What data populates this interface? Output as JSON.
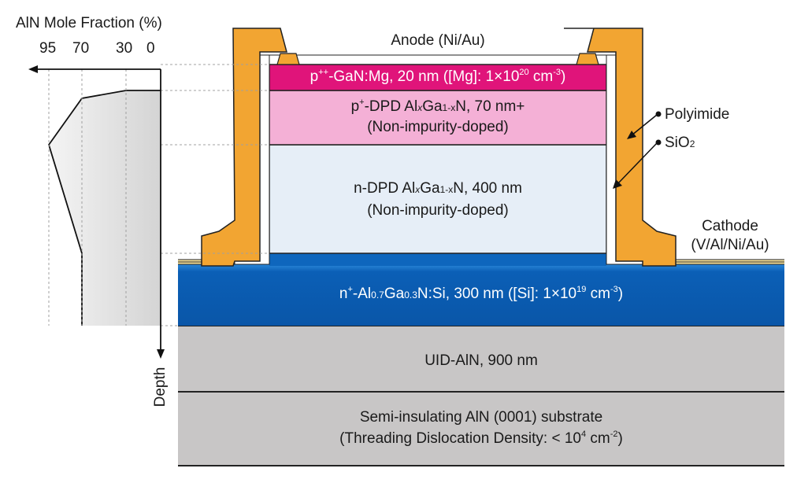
{
  "axis": {
    "title": "AlN Mole Fraction (%)",
    "ticks": [
      "95",
      "70",
      "30",
      "0"
    ],
    "depth_label": "Depth"
  },
  "composition_profile": {
    "unit": "AlN mole fraction (%)",
    "segments": [
      {
        "layer": "p++-GaN:Mg",
        "from": 0,
        "to": 0
      },
      {
        "layer": "p+-DPD AlxGa1-xN",
        "from": 30,
        "to": 95
      },
      {
        "layer": "n-DPD AlxGa1-xN",
        "from": 95,
        "to": 70
      },
      {
        "layer": "n+-Al0.7Ga0.3N:Si",
        "from": 70,
        "to": 70
      }
    ]
  },
  "layers": {
    "p_gan": {
      "pre": "p",
      "sup1": "++",
      "text": "-GaN:Mg, 20 nm ([Mg]: 1×10",
      "sup2": "20",
      "post": " cm",
      "sup3": "-3",
      "end": ")"
    },
    "p_dpd": {
      "line1_a": "p",
      "line1_sup": "+",
      "line1_b": "-DPD Al",
      "line1_x": "x",
      "line1_c": "Ga",
      "line1_sub": "1-x",
      "line1_d": "N, 70 nm+",
      "line2": "(Non-impurity-doped)"
    },
    "n_dpd": {
      "line1_a": "n-DPD Al",
      "line1_x": "x",
      "line1_c": "Ga",
      "line1_sub": "1-x",
      "line1_d": "N, 400 nm",
      "line2": "(Non-impurity-doped)"
    },
    "n_algan": {
      "a": "n",
      "sup1": "+",
      "b": "-Al",
      "sub1": "0.7",
      "c": "Ga",
      "sub2": "0.3",
      "d": "N:Si, 300 nm ([Si]: 1×10",
      "sup2": "19",
      "e": " cm",
      "sup3": "-3",
      "f": ")"
    },
    "uid_aln": "UID-AlN, 900 nm",
    "substrate": {
      "line1": "Semi-insulating AlN (0001) substrate",
      "line2_a": "(Threading Dislocation Density: < 10",
      "line2_sup": "4",
      "line2_b": " cm",
      "line2_sup2": "-2",
      "line2_c": ")"
    }
  },
  "labels": {
    "anode": "Anode (Ni/Au)",
    "polyimide": "Polyimide",
    "sio2_a": "SiO",
    "sio2_sub": "2",
    "cathode_1": "Cathode",
    "cathode_2": "(V/Al/Ni/Au)"
  },
  "colors": {
    "p_gan": "#e0147a",
    "p_dpd": "#f4b0d6",
    "n_dpd": "#e6eef7",
    "n_algan": "#0a5db5",
    "n_algan_top": "#1b7bd0",
    "uid": "#c8c6c6",
    "substrate": "#c8c6c6",
    "polyimide": "#f2a532",
    "profile_fill": "#dedede"
  }
}
